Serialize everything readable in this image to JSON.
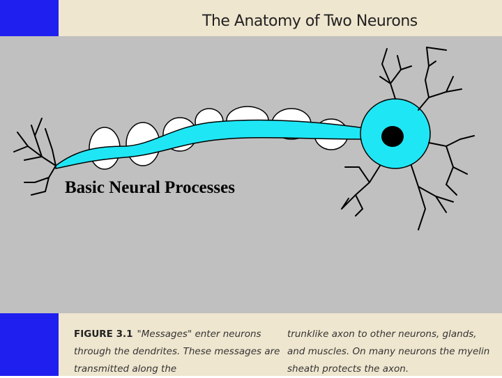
{
  "book_header": {
    "title": "The Anatomy of Two Neurons"
  },
  "slide": {
    "title": "Basic Neural Processes"
  },
  "caption": {
    "figure_label": "FIGURE 3.1",
    "left_text": "\"Messages\" enter neurons through the dendrites. These messages are transmitted along the",
    "right_text": "trunklike axon to other neurons, glands, and muscles. On many neurons the myelin sheath protects the axon."
  },
  "colors": {
    "accent_blue": "#1f1ff0",
    "neuron_cyan": "#1fe6f5",
    "panel_grey": "#c0c0c0",
    "paper": "#efe6cf"
  }
}
